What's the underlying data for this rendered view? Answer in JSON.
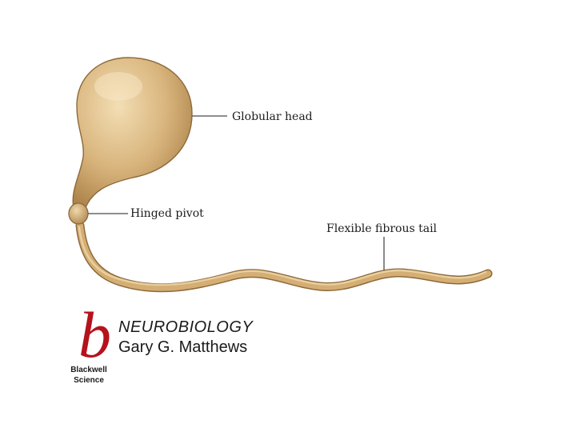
{
  "diagram": {
    "labels": {
      "head": "Globular head",
      "pivot": "Hinged pivot",
      "tail": "Flexible fibrous tail"
    },
    "colors": {
      "body_fill": "#d8b47c",
      "body_highlight": "#f3deb4",
      "body_shadow": "#a87f46",
      "outline": "#8c6a3a",
      "leader": "#4a4a4a"
    }
  },
  "book": {
    "logo_letter": "b",
    "publisher_line1": "Blackwell",
    "publisher_line2": "Science",
    "title": "NEUROBIOLOGY",
    "author": "Gary G. Matthews",
    "logo_color": "#b5121b"
  }
}
